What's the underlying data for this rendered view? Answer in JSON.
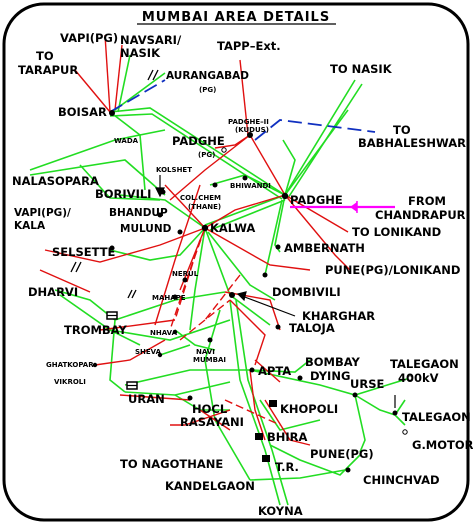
{
  "title": "MUMBAI AREA DETAILS",
  "colors": {
    "frame": "#000000",
    "line_400kv_green": "#22dd22",
    "line_220kv_red": "#e01010",
    "line_planned_blue": "#1030c0",
    "hvdc_magenta": "#ff00ff"
  },
  "labels": {
    "vapi_navsari": "VAPI(PG)",
    "navsari_nasik_1": "NAVSARI/",
    "navsari_nasik_2": "NASIK",
    "tapp_ext": "TAPP–Ext.",
    "to_tarapur_1": "TO",
    "to_tarapur_2": "TARAPUR",
    "aurangabad_1": "AURANGABAD",
    "aurangabad_2": "(PG)",
    "to_nasik": "TO NASIK",
    "boisar": "BOISAR",
    "padghe2_1": "PADGHE–II",
    "padghe2_2": "(KUDUS)",
    "padghe_pg_1": "PADGHE",
    "padghe_pg_2": "(PG)",
    "to_babhaleshwar_1": "TO",
    "to_babhaleshwar_2": "BABHALESHWAR",
    "wada": "WADA",
    "kolshet": "KOLSHET",
    "bhiwandi": "BHIWANDI",
    "nalasopara": "NALASOPARA",
    "borivili": "BORIVILI",
    "colchem_1": "COL.CHEM",
    "colchem_2": "(THANE)",
    "padghe": "PADGHE",
    "from_chandrapur_1": "FROM",
    "from_chandrapur_2": "CHANDRAPUR",
    "vapi_kala_1": "VAPI(PG)/",
    "vapi_kala_2": "KALA",
    "bhandup": "BHANDUP",
    "mulund": "MULUND",
    "kalwa": "KALWA",
    "to_lonikand": "TO LONIKAND",
    "ambernath": "AMBERNATH",
    "selsette": "SELSETTE",
    "pune_lonikand": "PUNE(PG)/LONIKAND",
    "nerul": "NERUL",
    "dharvi": "DHARVI",
    "dombivili": "DOMBIVILI",
    "mahape": "MAHAPE",
    "kharghar": "KHARGHAR",
    "trombay": "TROMBAY",
    "taloja": "TALOJA",
    "nhava": "NHAVA",
    "navi_mumbai_1": "NAVI",
    "navi_mumbai_2": "MUMBAI",
    "sheva": "SHEVA",
    "ghatkopar": "GHATKOPAR",
    "vikroli": "VIKROLI",
    "apta": "APTA",
    "bombay_dying_1": "BOMBAY",
    "bombay_dying_2": "DYING",
    "talegaon_400_1": "TALEGAON",
    "talegaon_400_2": "400kV",
    "urse": "URSE",
    "uran": "URAN",
    "hocl_1": "HOCL",
    "hocl_2": "RASAYANI",
    "khopoli": "KHOPOLI",
    "talegaon": "TALEGAON",
    "gmotor": "G.MOTOR",
    "bhira": "BHIRA",
    "pune_pg": "PUNE(PG)",
    "to_nagothane": "TO NAGOTHANE",
    "tr": "T.R.",
    "kandelgaon": "KANDELGAON",
    "chinchvad": "CHINCHVAD",
    "koyna": "KOYNA"
  }
}
